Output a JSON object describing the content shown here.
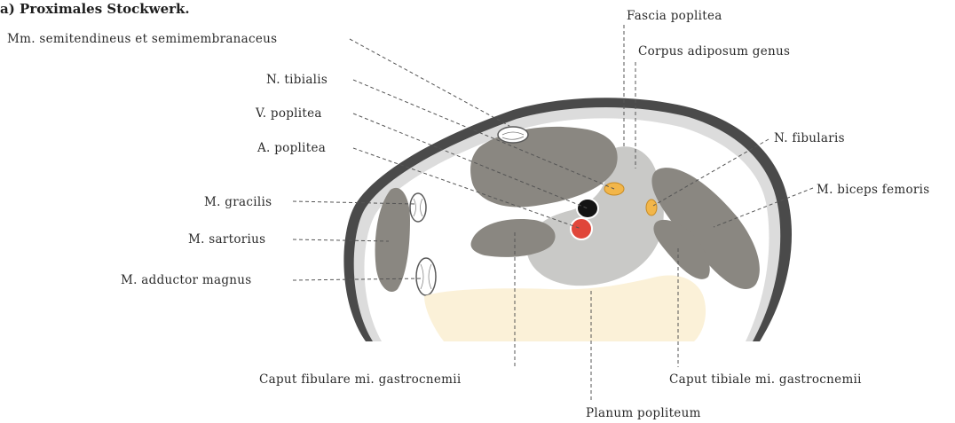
{
  "title": "a) Proximales Stockwerk.",
  "labels": {
    "fascia_poplitea": "Fascia poplitea",
    "mm_semi": "Mm. semitendineus et semimembranaceus",
    "corpus_adiposum": "Corpus adiposum genus",
    "n_tibialis": "N. tibialis",
    "v_poplitea": "V. poplitea",
    "n_fibularis": "N. fibularis",
    "a_poplitea": "A. poplitea",
    "m_biceps": "M. biceps femoris",
    "m_gracilis": "M. gracilis",
    "m_sartorius": "M. sartorius",
    "m_adductor": "M. adductor magnus",
    "caput_fibulare": "Caput fibulare mi. gastrocnemii",
    "caput_tibiale": "Caput tibiale mi. gastrocnemii",
    "planum_popliteum": "Planum popliteum"
  },
  "colors": {
    "skin": "#4a4a4a",
    "subcutis": "#dcdcdc",
    "muscle": "#8a8781",
    "fat": "#c9c9c7",
    "bone": "#fbf1d8",
    "nerve": "#f2b64a",
    "vein": "#141414",
    "artery": "#e0463a"
  }
}
